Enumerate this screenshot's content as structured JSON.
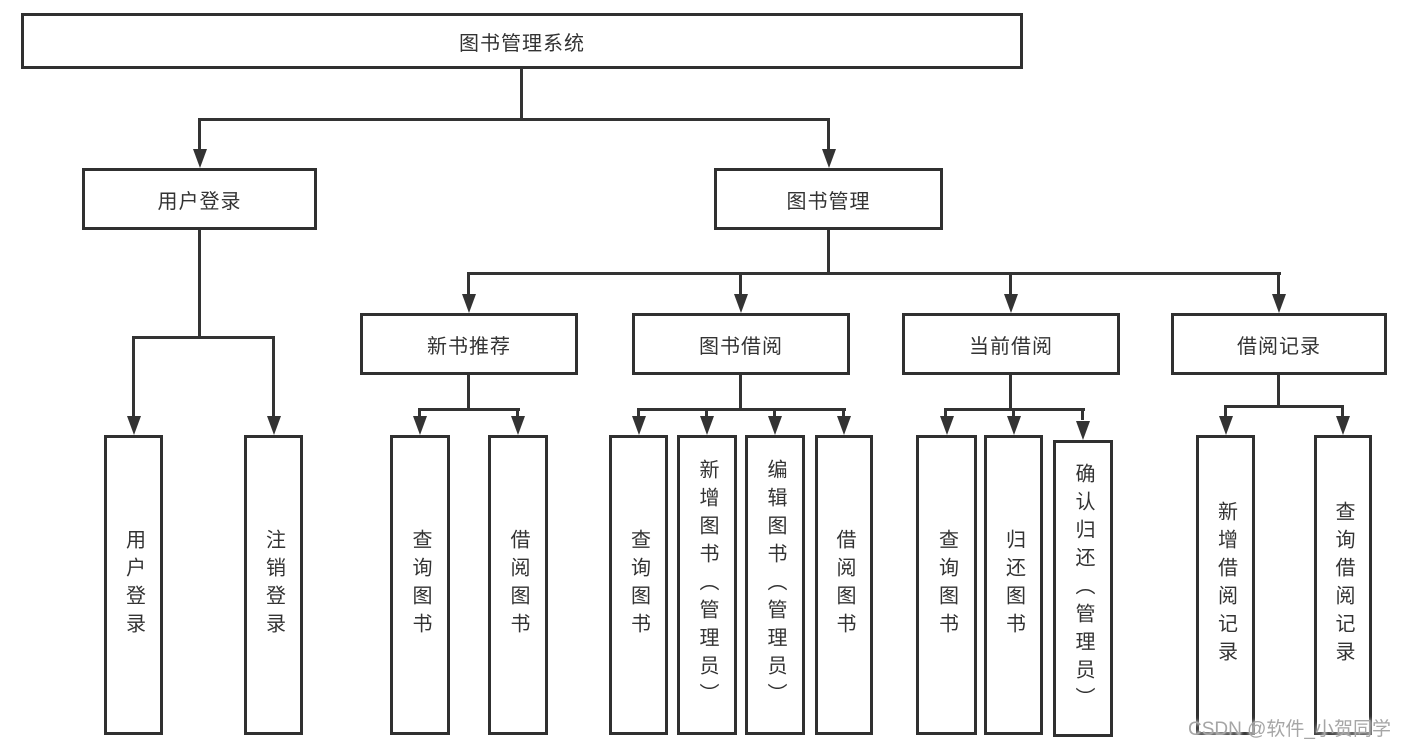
{
  "diagram": {
    "root": {
      "label": "图书管理系统"
    },
    "level1": {
      "user_login": {
        "label": "用户登录"
      },
      "book_management": {
        "label": "图书管理"
      }
    },
    "level2": {
      "new_book_recommend": {
        "label": "新书推荐"
      },
      "book_borrow": {
        "label": "图书借阅"
      },
      "current_borrow": {
        "label": "当前借阅"
      },
      "borrow_record": {
        "label": "借阅记录"
      }
    },
    "leaves": {
      "user_login": {
        "label": "用户登录"
      },
      "logout": {
        "label": "注销登录"
      },
      "recommend_query_books": {
        "label": "查询图书"
      },
      "recommend_borrow_books": {
        "label": "借阅图书"
      },
      "borrow_query_books": {
        "label": "查询图书"
      },
      "borrow_add_books": {
        "label": "新增图书（管理员）"
      },
      "borrow_edit_books": {
        "label": "编辑图书（管理员）"
      },
      "borrow_borrow_books": {
        "label": "借阅图书"
      },
      "current_query_books": {
        "label": "查询图书"
      },
      "current_return_books": {
        "label": "归还图书"
      },
      "current_confirm_return": {
        "label": "确认归还（管理员）"
      },
      "record_add": {
        "label": "新增借阅记录"
      },
      "record_query": {
        "label": "查询借阅记录"
      }
    }
  },
  "watermark": {
    "text": "CSDN @软件_小贺同学"
  },
  "colors": {
    "line": "#333333",
    "border": "#303030",
    "text": "#333333",
    "watermark": "#a6a6a6",
    "background": "#ffffff"
  }
}
